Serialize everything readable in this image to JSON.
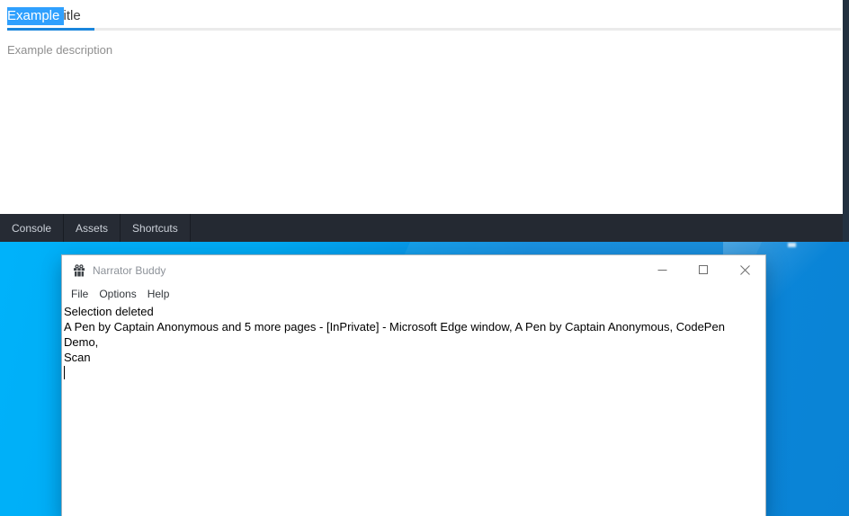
{
  "colors": {
    "selection_highlight": "#2fa0fe",
    "title_underline_accent": "#1a86dc",
    "console_bar_background": "#242932",
    "wallpaper_left": "#00b2fa",
    "wallpaper_right": "#0a83d5"
  },
  "pen_editor": {
    "title_selected_text": "Example ",
    "title_remaining_text": "itle",
    "description": "Example description"
  },
  "console_bar": {
    "tabs": [
      "Console",
      "Assets",
      "Shortcuts"
    ]
  },
  "window": {
    "icon": "gift-icon",
    "title": "Narrator Buddy",
    "menu": [
      "File",
      "Options",
      "Help"
    ],
    "content_lines": [
      "Selection deleted",
      "A Pen by Captain Anonymous and 5 more pages - [InPrivate] - Microsoft Edge window, A Pen by Captain Anonymous, CodePen",
      "Demo,",
      "Scan"
    ]
  }
}
